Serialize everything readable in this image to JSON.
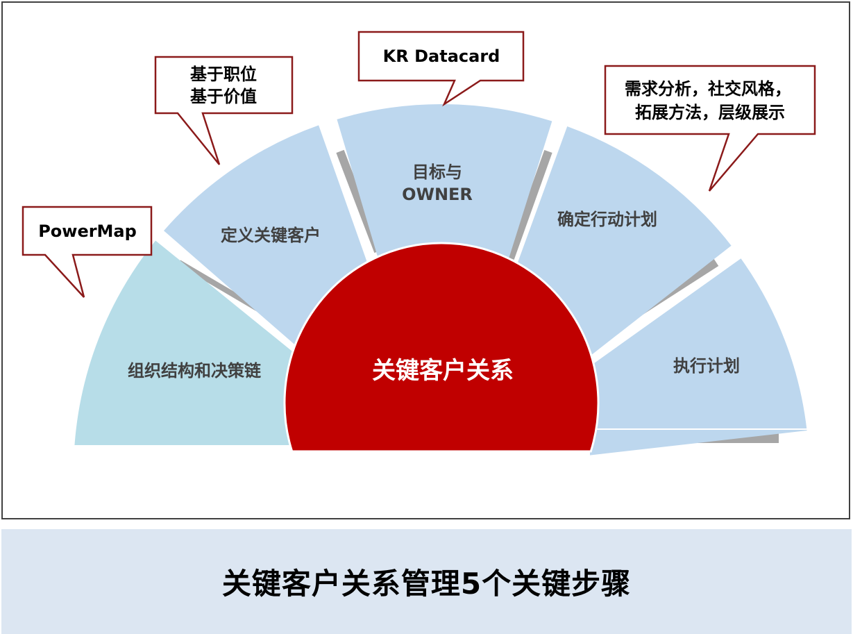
{
  "diagram": {
    "center": "关键客户关系",
    "segments": [
      {
        "label": "组织结构和决策链",
        "color": "#b7dde8"
      },
      {
        "label": "定义关键客户",
        "color": "#bdd7ee"
      },
      {
        "label_lines": [
          "目标与",
          "OWNER"
        ],
        "color": "#bdd7ee"
      },
      {
        "label": "确定行动计划",
        "color": "#bdd7ee"
      },
      {
        "label": "执行计划",
        "color": "#bdd7ee"
      }
    ],
    "callouts": [
      {
        "lines": [
          "PowerMap"
        ]
      },
      {
        "lines": [
          "基于职位",
          "基于价值"
        ]
      },
      {
        "lines": [
          "KR Datacard"
        ]
      },
      {
        "lines": [
          "需求分析，社交风格，",
          "拓展方法，层级展示"
        ]
      }
    ],
    "colors": {
      "center": "#c00000",
      "callout_border": "#8b1a1a",
      "shadow": "#a6a6a6"
    }
  },
  "banner": {
    "title": "关键客户关系管理5个关键步骤"
  }
}
